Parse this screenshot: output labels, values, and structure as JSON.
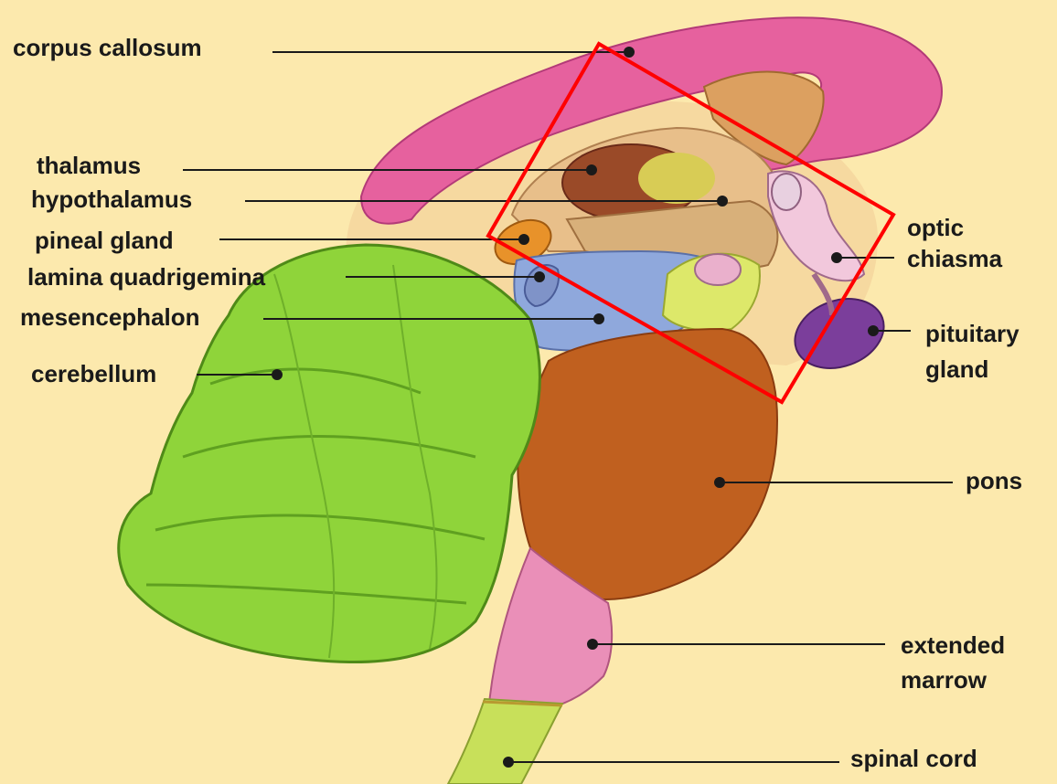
{
  "labels": {
    "corpus_callosum": "corpus callosum",
    "thalamus": "thalamus",
    "hypothalamus": "hypothalamus",
    "pineal_gland": "pineal gland",
    "lamina_quadrigemina": "lamina quadrigemina",
    "mesencephalon": "mesencephalon",
    "cerebellum": "cerebellum",
    "optic_line1": "optic",
    "optic_line2": "chiasma",
    "pituitary_line1": "pituitary",
    "pituitary_line2": "gland",
    "pons": "pons",
    "extended_line1": "extended",
    "extended_line2": "marrow",
    "spinal_cord": "spinal cord"
  },
  "colors": {
    "background": "#fce9ad",
    "corpus_callosum": "#e6619e",
    "cerebellum": "#8fd43a",
    "pons": "#c0601f",
    "mesencephalon": "#8fa8dc",
    "medulla": "#ea8fb8",
    "spinal_cord": "#c8e05a",
    "pituitary": "#7b3e9b",
    "highlight_box": "#ff0000"
  }
}
